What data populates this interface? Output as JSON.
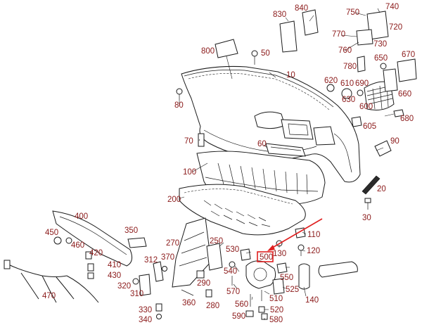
{
  "colors": {
    "label": "#8b1a1a",
    "arrow": "#e02020",
    "line": "#1a1a1a"
  },
  "highlighted_part": "500",
  "labels": [
    {
      "id": "830",
      "text": "830"
    },
    {
      "id": "840",
      "text": "840"
    },
    {
      "id": "750",
      "text": "750"
    },
    {
      "id": "740",
      "text": "740"
    },
    {
      "id": "720",
      "text": "720"
    },
    {
      "id": "770",
      "text": "770"
    },
    {
      "id": "730",
      "text": "730"
    },
    {
      "id": "760",
      "text": "760"
    },
    {
      "id": "650",
      "text": "650"
    },
    {
      "id": "670",
      "text": "670"
    },
    {
      "id": "800",
      "text": "800"
    },
    {
      "id": "50",
      "text": "50"
    },
    {
      "id": "780",
      "text": "780"
    },
    {
      "id": "10",
      "text": "10"
    },
    {
      "id": "620",
      "text": "620"
    },
    {
      "id": "610",
      "text": "610"
    },
    {
      "id": "690",
      "text": "690"
    },
    {
      "id": "630",
      "text": "630"
    },
    {
      "id": "660",
      "text": "660"
    },
    {
      "id": "80",
      "text": "80"
    },
    {
      "id": "600",
      "text": "600"
    },
    {
      "id": "680",
      "text": "680"
    },
    {
      "id": "605",
      "text": "605"
    },
    {
      "id": "90",
      "text": "90"
    },
    {
      "id": "70",
      "text": "70"
    },
    {
      "id": "60",
      "text": "60"
    },
    {
      "id": "100",
      "text": "100"
    },
    {
      "id": "20",
      "text": "20"
    },
    {
      "id": "200",
      "text": "200"
    },
    {
      "id": "30",
      "text": "30"
    },
    {
      "id": "400",
      "text": "400"
    },
    {
      "id": "110",
      "text": "110"
    },
    {
      "id": "450",
      "text": "450"
    },
    {
      "id": "350",
      "text": "350"
    },
    {
      "id": "130",
      "text": "130"
    },
    {
      "id": "460",
      "text": "460"
    },
    {
      "id": "270",
      "text": "270"
    },
    {
      "id": "250",
      "text": "250"
    },
    {
      "id": "420",
      "text": "420"
    },
    {
      "id": "370",
      "text": "370"
    },
    {
      "id": "530",
      "text": "530"
    },
    {
      "id": "120",
      "text": "120"
    },
    {
      "id": "500",
      "text": "500"
    },
    {
      "id": "410",
      "text": "410"
    },
    {
      "id": "312",
      "text": "312"
    },
    {
      "id": "430",
      "text": "430"
    },
    {
      "id": "540",
      "text": "540"
    },
    {
      "id": "550",
      "text": "550"
    },
    {
      "id": "320",
      "text": "320"
    },
    {
      "id": "290",
      "text": "290"
    },
    {
      "id": "570",
      "text": "570"
    },
    {
      "id": "525",
      "text": "525"
    },
    {
      "id": "470",
      "text": "470"
    },
    {
      "id": "310",
      "text": "310"
    },
    {
      "id": "360",
      "text": "360"
    },
    {
      "id": "280",
      "text": "280"
    },
    {
      "id": "510",
      "text": "510"
    },
    {
      "id": "140",
      "text": "140"
    },
    {
      "id": "330",
      "text": "330"
    },
    {
      "id": "560",
      "text": "560"
    },
    {
      "id": "520",
      "text": "520"
    },
    {
      "id": "340",
      "text": "340"
    },
    {
      "id": "590",
      "text": "590"
    },
    {
      "id": "580",
      "text": "580"
    }
  ]
}
